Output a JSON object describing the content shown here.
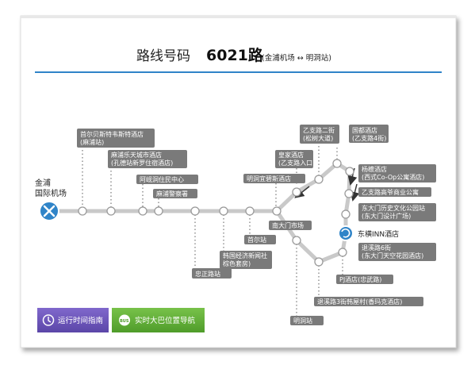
{
  "header": {
    "title_prefix": "路线号码",
    "route_number": "6021路",
    "route_span": "(金浦机场 ↔ 明洞站)"
  },
  "airport": {
    "line1": "金浦",
    "line2": "国际机场",
    "icon": "airplane-icon"
  },
  "stops": {
    "s1": "首尔贝斯特韦斯特酒店",
    "s1b": "(麻浦站)",
    "s2": "麻浦乐天城市酒店",
    "s2b": "(孔德站新罗住宿酒店)",
    "s3": "阿岘洞住民中心",
    "s4": "麻浦警察署",
    "s5": "忠正路站",
    "s6": "韩国经济新闻社",
    "s6b": "棕色套房)",
    "s7": "首尔站",
    "s8": "明洞宜碧斯酒店",
    "s9": "皇家酒店",
    "s9b": "(乙支路入口)",
    "s10": "乙支路二街",
    "s10b": "(松树大道)",
    "s11": "国都酒店",
    "s11b": "(乙支路4街)",
    "s12": "南大门市场",
    "s13": "杨櫰酒店",
    "s13b": "(西式Co-Op公寓酒店)",
    "s14": "乙支路高爷商业公寓",
    "s15": "东大门历史文化公园站",
    "s15b": "(东大门设计广场)",
    "s16": "东横INN酒店",
    "s17": "退溪路6街",
    "s17b": "(东大门天空花园酒店)",
    "s18": "PJ酒店(忠武路)",
    "s19": "退溪路3街韩屋村(香玛克酒店)",
    "s20": "明洞站"
  },
  "buttons": {
    "timetable": "运行时间指南",
    "realtime": "实时大巴位置导航",
    "bus_badge": "BUS"
  },
  "colors": {
    "route_line": "#c9c9c9",
    "label_bg": "#7a7a7a",
    "airport_blue": "#2f84c8",
    "timetable_btn": "#6a54b6",
    "realtime_btn": "#5cac33"
  }
}
